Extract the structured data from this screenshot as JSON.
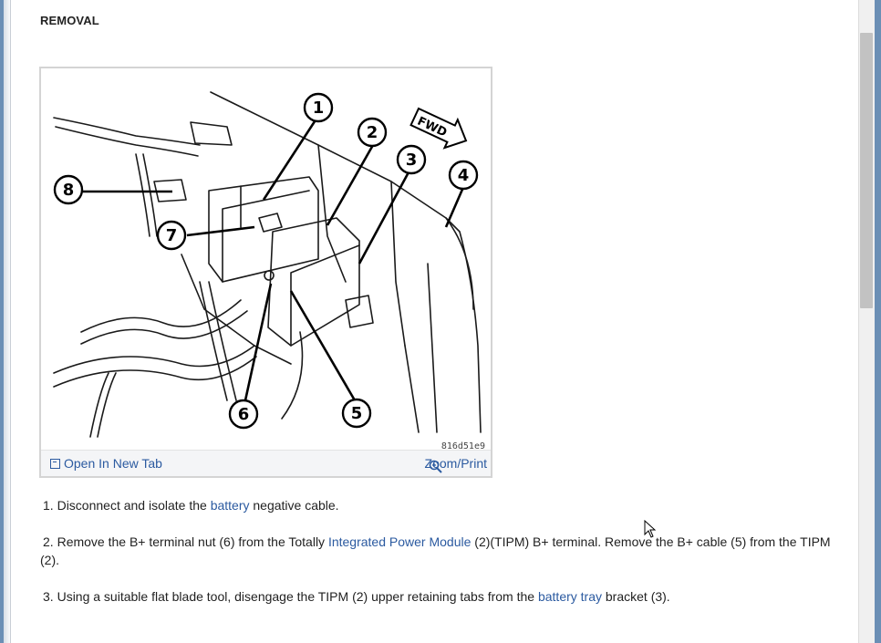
{
  "section": {
    "heading": "REMOVAL"
  },
  "figure": {
    "code": "816d51e9",
    "open_tab_label": "Open In New Tab",
    "zoom_label": "Zoom/Print",
    "callouts": [
      "1",
      "2",
      "3",
      "4",
      "5",
      "6",
      "7",
      "8"
    ],
    "fwd_label": "FWD"
  },
  "steps": [
    {
      "num": "1.",
      "before": "Disconnect and isolate the ",
      "link": "battery",
      "after": " negative cable."
    },
    {
      "num": "2.",
      "before": "Remove the B+ terminal nut (6) from the Totally ",
      "link": "Integrated Power Module",
      "after": " (2)(TIPM) B+ terminal. Remove the B+ cable (5) from the TIPM (2)."
    },
    {
      "num": "3.",
      "before": "Using a suitable flat blade tool, disengage the TIPM (2) upper retaining tabs from the ",
      "link": "battery tray",
      "after": " bracket (3)."
    }
  ],
  "colors": {
    "link": "#2b5aa0",
    "window_frame": "#6b8fb5"
  }
}
